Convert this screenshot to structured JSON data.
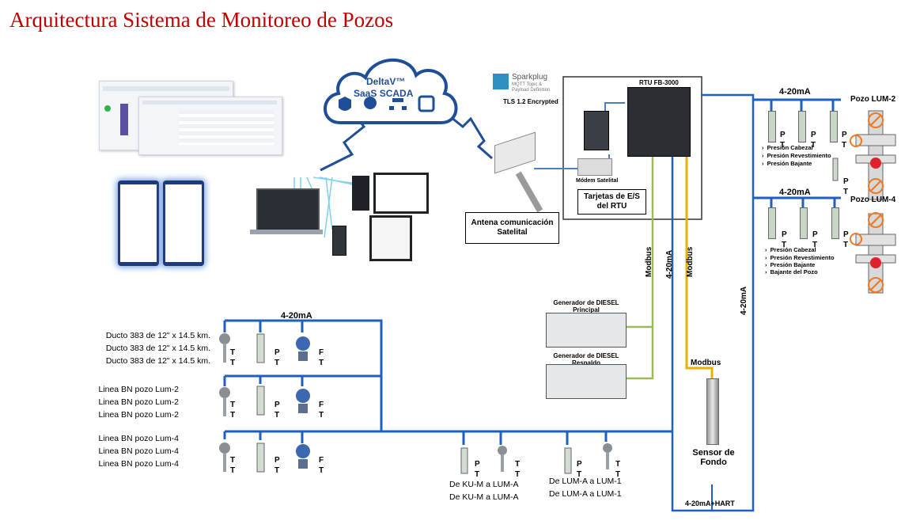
{
  "title": "Arquitectura Sistema de Monitoreo de Pozos",
  "cloud": {
    "line1": "DeltaV™",
    "line2": "SaaS SCADA"
  },
  "sparkplug": {
    "name": "Sparkplug",
    "sub1": "MQTT Topic &",
    "sub2": "Payload Definition",
    "tls": "TLS 1.2 Encrypted"
  },
  "rtu": {
    "name": "RTU FB-3000",
    "card_label": "Tarjetas de E/S del RTU"
  },
  "modem": "Módem Satelital",
  "antenna": "Antena comunicación Satelital",
  "signals": {
    "modbus": "Modbus",
    "ma420": "4-20mA",
    "hart": "4-20mA+HART"
  },
  "generators": {
    "main": "Generador de DIESEL Principal",
    "backup": "Generador de DIESEL Respaldo"
  },
  "sensor_fondo": "Sensor de Fondo",
  "wells": {
    "lum2": {
      "name": "Pozo LUM-2",
      "bullets": [
        "Presión Cabezal",
        "Presión Revestimiento",
        "Presión Bajante"
      ]
    },
    "lum4": {
      "name": "Pozo LUM-4",
      "bullets": [
        "Presión Cabezal",
        "Presión Revestimiento",
        "Presión Bajante",
        "Bajante del Pozo"
      ]
    }
  },
  "tags": {
    "pt": "P T",
    "tt": "T T",
    "ft": "F T"
  },
  "line_groups": [
    {
      "lines": [
        "Ducto 383 de 12\" x 14.5 km.",
        "Ducto 383 de 12\" x 14.5 km.",
        "Ducto 383 de 12\" x 14.5 km."
      ]
    },
    {
      "lines": [
        "Linea BN pozo Lum-2",
        "Linea BN pozo Lum-2",
        "Linea BN pozo Lum-2"
      ]
    },
    {
      "lines": [
        "Linea BN pozo Lum-4",
        "Linea BN pozo Lum-4",
        "Linea BN pozo Lum-4"
      ]
    }
  ],
  "pipelines": {
    "kum": [
      "De KU-M a LUM-A",
      "De KU-M a LUM-A"
    ],
    "luma": [
      "De LUM-A a LUM-1",
      "De LUM-A a LUM-1"
    ]
  },
  "colors": {
    "title": "#c00000",
    "bus": "#1f5fbf",
    "modbus_yellow": "#e8b000",
    "modbus_green": "#9cba5a",
    "cloud_blue": "#1f4e99",
    "alarm_red": "#e0202a",
    "valve_orange": "#f07820"
  }
}
